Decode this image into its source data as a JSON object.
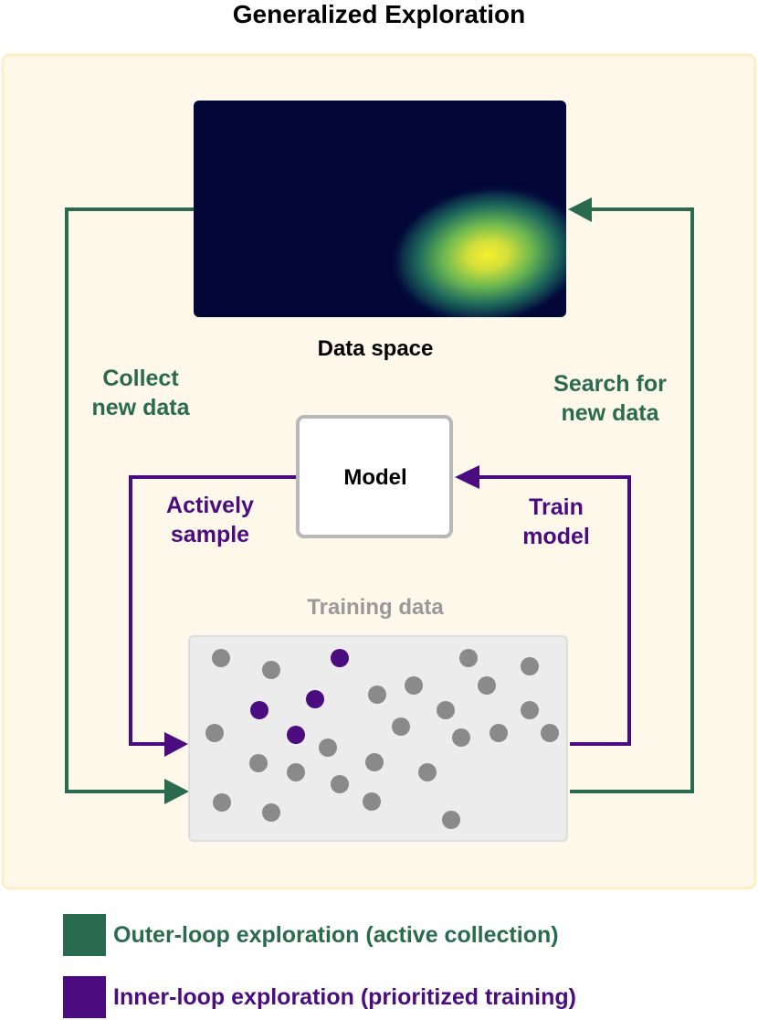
{
  "title": "Generalized Exploration",
  "colors": {
    "outer": "#2a6b4f",
    "inner": "#4b0c80",
    "panel_bg": "#fdf8ea",
    "panel_border": "#fbefc5",
    "gray_dot": "#8a8a8a",
    "training_bg": "#ececec"
  },
  "labels": {
    "data_space": "Data space",
    "model": "Model",
    "training_data": "Training data",
    "collect_line1": "Collect",
    "collect_line2": "new data",
    "search_line1": "Search for",
    "search_line2": "new data",
    "actively_line1": "Actively",
    "actively_line2": "sample",
    "train_line1": "Train",
    "train_line2": "model"
  },
  "legend": {
    "outer": "Outer-loop exploration (active collection)",
    "inner": "Inner-loop exploration (prioritized training)"
  }
}
